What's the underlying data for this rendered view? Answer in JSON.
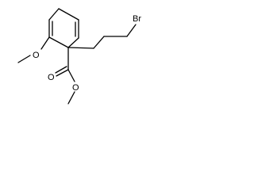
{
  "molecule": {
    "labels": {
      "methoxy": "O",
      "methoxy_carbon_text": "",
      "bromine": "Br",
      "carbonyl_oxygen": "O",
      "ester_oxygen": "O"
    },
    "colors": {
      "bond": "#000000",
      "label": "#000000",
      "background": "#ffffff"
    }
  }
}
